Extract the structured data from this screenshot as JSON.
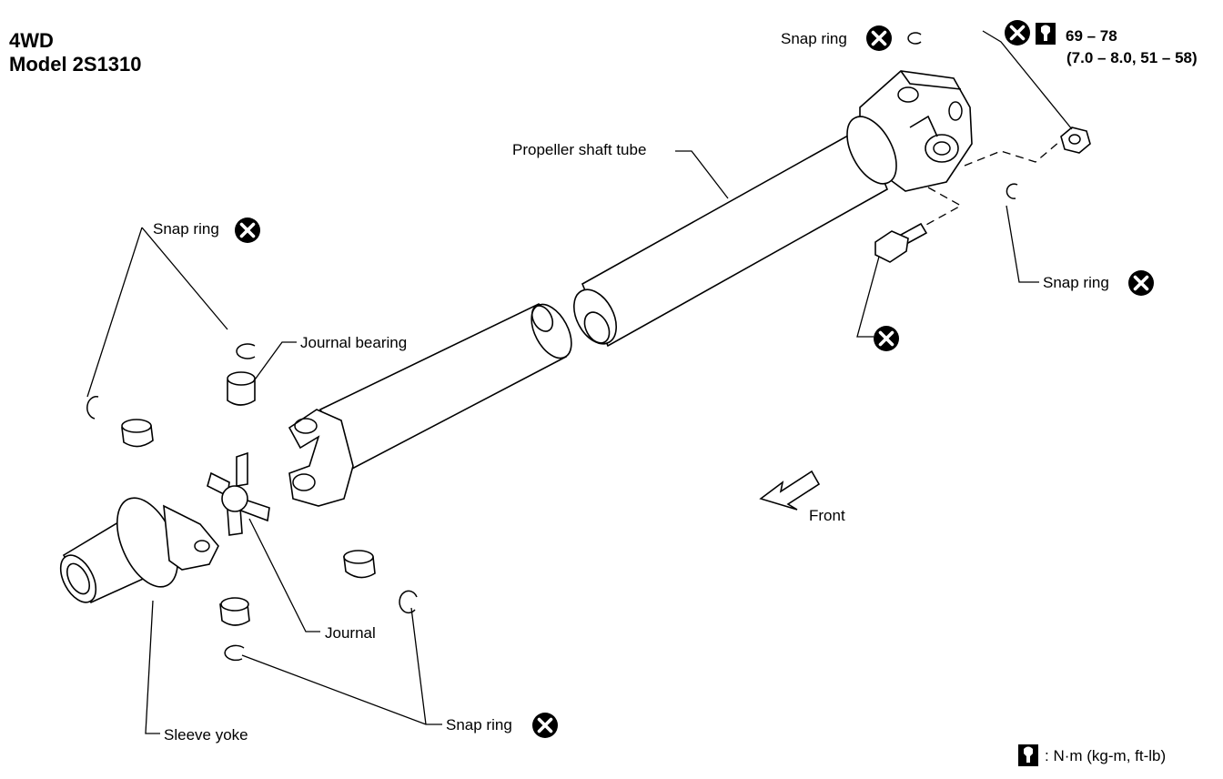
{
  "header": {
    "line1": "4WD",
    "line2": "Model 2S1310"
  },
  "labels": {
    "snap_ring_top_right": "Snap ring",
    "torque_value": "69 – 78",
    "torque_conv": "(7.0 – 8.0, 51 – 58)",
    "propeller_shaft_tube": "Propeller shaft tube",
    "snap_ring_left_upper": "Snap ring",
    "snap_ring_right": "Snap ring",
    "journal_bearing": "Journal bearing",
    "front": "Front",
    "journal": "Journal",
    "sleeve_yoke": "Sleeve yoke",
    "snap_ring_bottom": "Snap ring"
  },
  "legend": {
    "unit_text": ": N·m (kg-m, ft-lb)"
  },
  "icons": {
    "non_reusable": "circled-x-icon",
    "torque": "wrench-icon"
  },
  "colors": {
    "ink": "#000000",
    "paper": "#ffffff"
  }
}
